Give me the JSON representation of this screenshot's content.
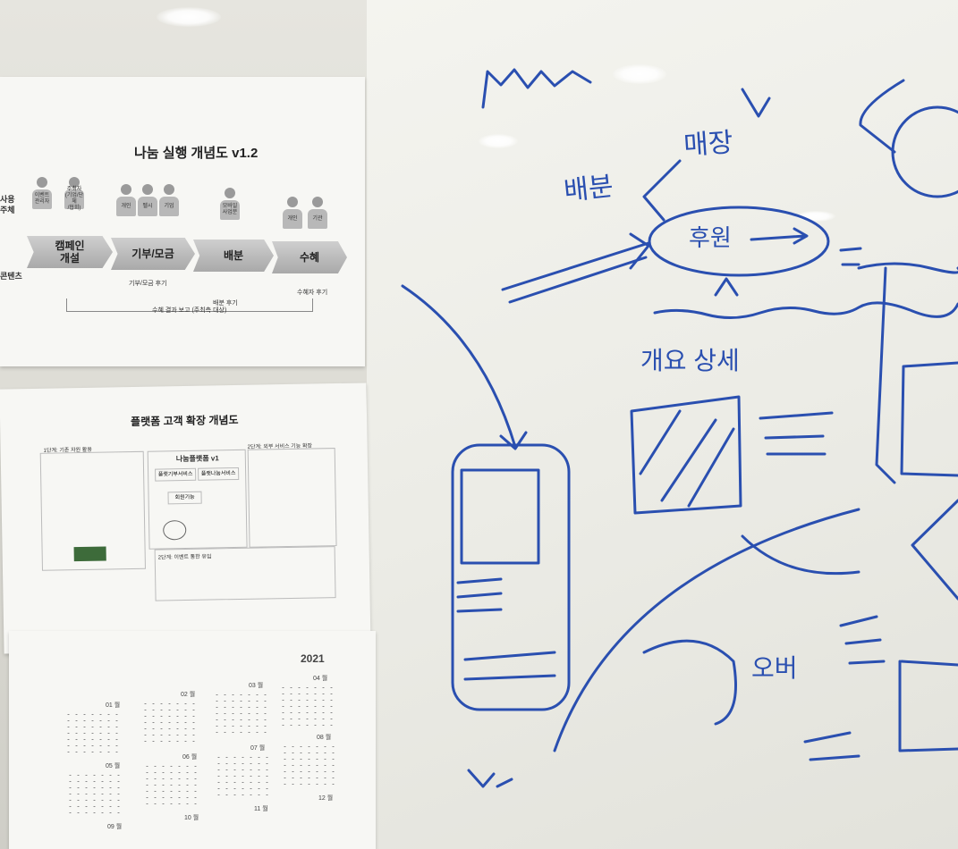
{
  "poster1": {
    "title": "나눔 실행 개념도 v1.2",
    "side_labels": [
      "사용",
      "주체",
      "콘텐츠"
    ],
    "people_labels": [
      "이벤트\n관리자",
      "주최자\n(기업/단체\n/협회)",
      "개인",
      "펠시",
      "기업",
      "모바일\n사업분",
      "개인",
      "기관"
    ],
    "stages": [
      "캠페인\n개설",
      "기부/모금",
      "배분",
      "수혜"
    ],
    "footer_items": [
      "기부/모금 후기",
      "배분 후기",
      "수혜자 후기"
    ],
    "bottom_note": "수혜 결과 보고 (주최측 대상)"
  },
  "poster2": {
    "title": "플랫폼 고객 확장 개념도",
    "col_labels": [
      "1단계: 기존 자원 활용",
      "2단계: 외부 서비스 기능 확장"
    ],
    "center_title": "나눔플랫폼 v1",
    "center_boxes": [
      "플랫기부서비스",
      "플랫나눔서비스",
      "회원기능"
    ],
    "bottom_box": "2단계: 이벤트 통한 유입"
  },
  "calendar": {
    "year": "2021",
    "months": [
      "01 월",
      "02 월",
      "03 월",
      "04 월",
      "05 월",
      "06 월",
      "07 월",
      "08 월",
      "09 월",
      "10 월",
      "11 월",
      "12 월"
    ]
  },
  "board": {
    "scribbles": [
      "배분",
      "매장",
      "후원",
      "개요 상세",
      "오버"
    ]
  },
  "colors": {
    "ink": "#2a4fb0",
    "wall": "#dcdbd4",
    "board": "#f0f0eb"
  }
}
